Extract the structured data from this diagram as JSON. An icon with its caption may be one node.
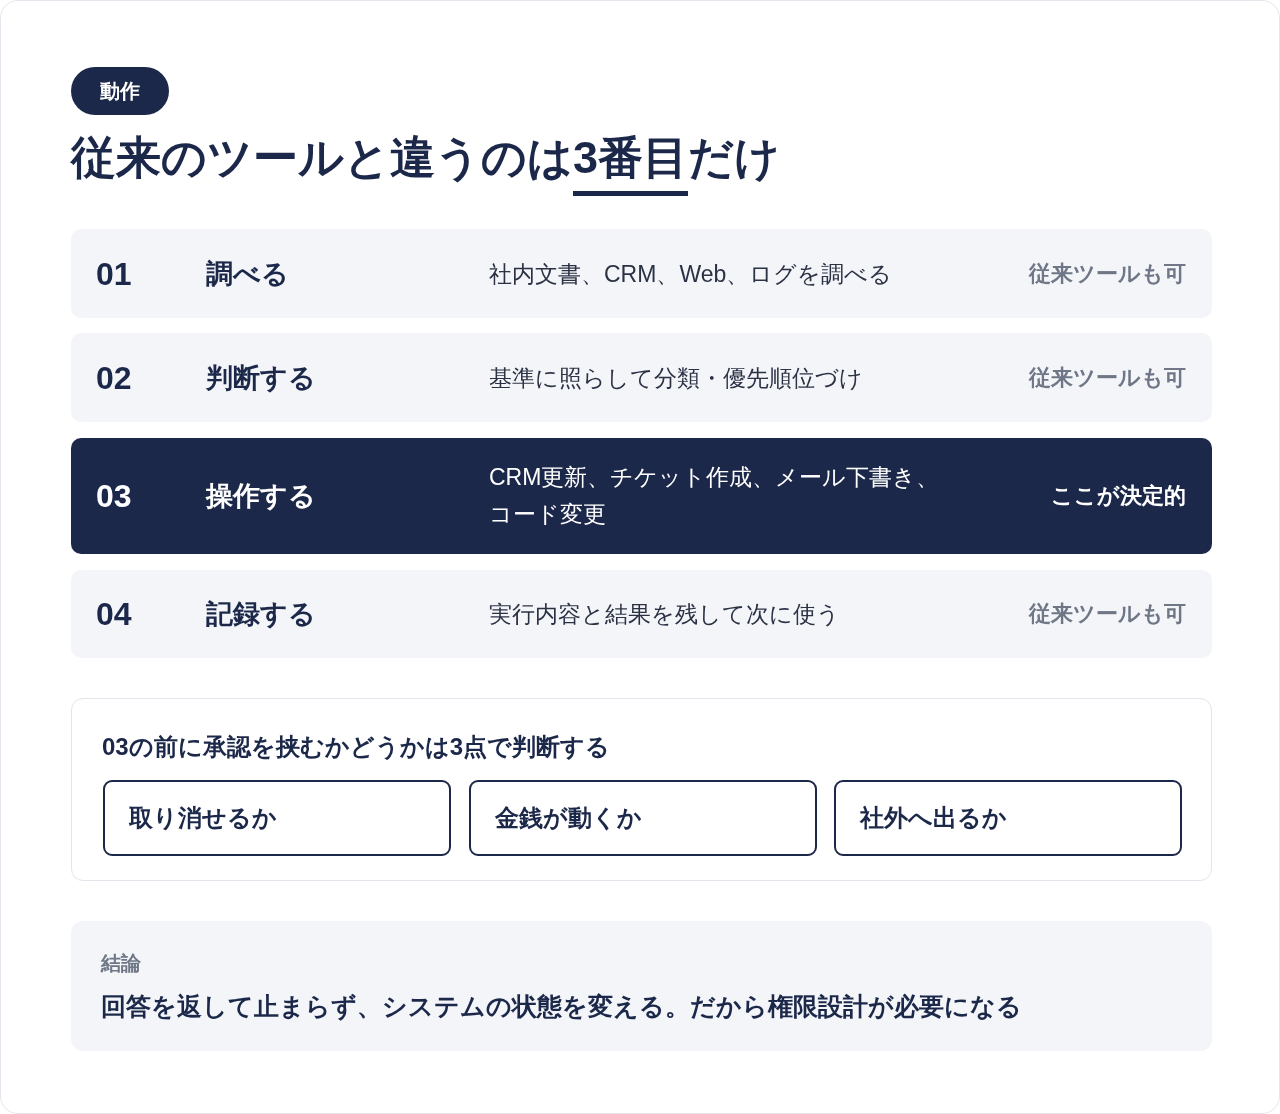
{
  "diagram": {
    "title": "従来のツールと違うのは3番目だけ",
    "nodes": [
      {
        "text": [
          "動作"
        ]
      },
      {
        "text": [
          "01",
          "調べる",
          "社内文書、CRM、Web、ログを調べる",
          "従来ツールも可"
        ]
      },
      {
        "text": [
          "02",
          "判断する",
          "基準に照らして分類・優先順位づけ",
          "従来ツールも可"
        ]
      },
      {
        "text": [
          "03",
          "操作する",
          "CRM更新、チケット作成、メール下書き、コード変更",
          "ここが決定的"
        ]
      },
      {
        "text": [
          "04",
          "記録する",
          "実行内容と結果を残して次に使う",
          "従来ツールも可"
        ]
      },
      {
        "text": [
          "03の前に承認を挟むかどうかは3点で判断する"
        ]
      },
      {
        "text": [
          "取り消せるか"
        ],
        "in": 5
      },
      {
        "text": [
          "金銭が動くか"
        ],
        "in": 5
      },
      {
        "text": [
          "社外へ出るか"
        ],
        "in": 5
      },
      {
        "text": [
          "結論",
          "回答を返して止まらず、システムの状態を変える。だから権限設計が必要になる"
        ]
      }
    ]
  }
}
